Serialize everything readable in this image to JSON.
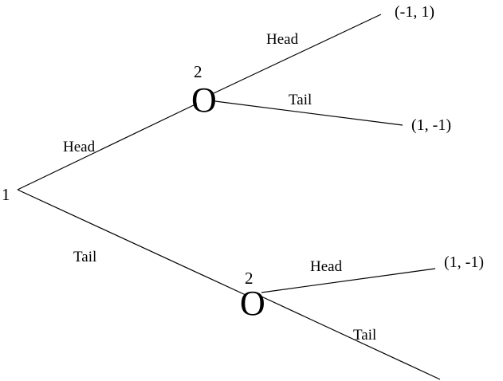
{
  "root": {
    "player": "1"
  },
  "upper": {
    "player": "2",
    "node_glyph": "O",
    "edge_from_root": "Head",
    "branch_head": "Head",
    "branch_tail": "Tail",
    "payoff_head": "(-1, 1)",
    "payoff_tail": "(1, -1)"
  },
  "lower": {
    "player": "2",
    "node_glyph": "O",
    "edge_from_root": "Tail",
    "branch_head": "Head",
    "branch_tail": "Tail",
    "payoff_head": "(1, -1)"
  }
}
